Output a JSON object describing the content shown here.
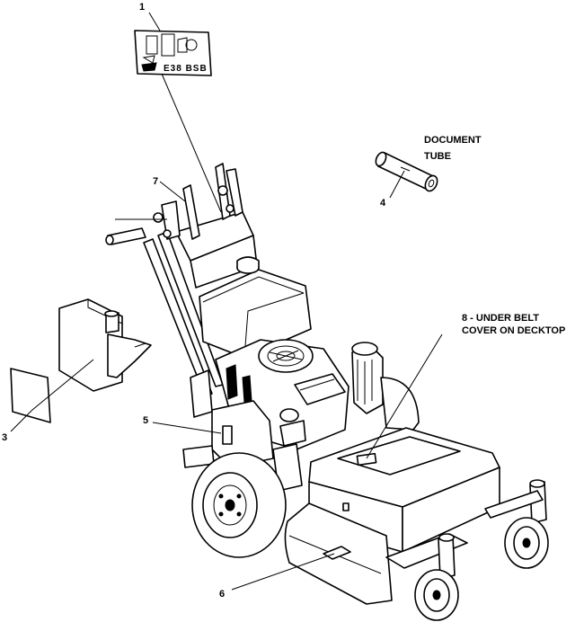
{
  "callouts": {
    "c1": "1",
    "c3": "3",
    "c4": "4",
    "c5": "5",
    "c6": "6",
    "c7": "7",
    "c8": "8 - UNDER BELT"
  },
  "notes": {
    "document_tube_line1": "DOCUMENT",
    "document_tube_line2": "TUBE",
    "under_belt_line2": "COVER ON DECKTOP"
  },
  "decal_panel": {
    "row_text": "E38 BSB"
  },
  "colors": {
    "ink": "#000000",
    "paper": "#ffffff"
  }
}
